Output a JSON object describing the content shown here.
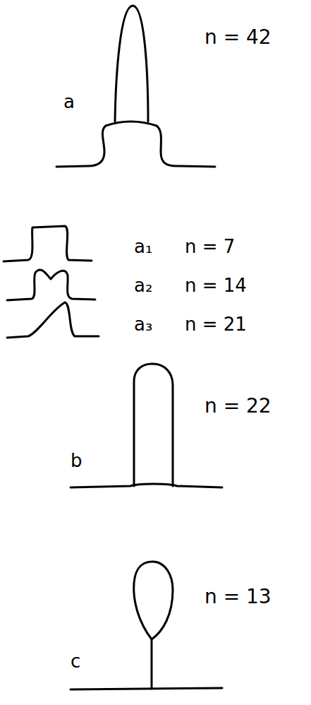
{
  "diagram": {
    "labels": [
      "n = 42",
      "a",
      "a₁",
      "n = 7",
      "a₂",
      "n = 14",
      "a₃",
      "n = 21",
      "n = 22",
      "b",
      "n = 13",
      "c"
    ]
  }
}
